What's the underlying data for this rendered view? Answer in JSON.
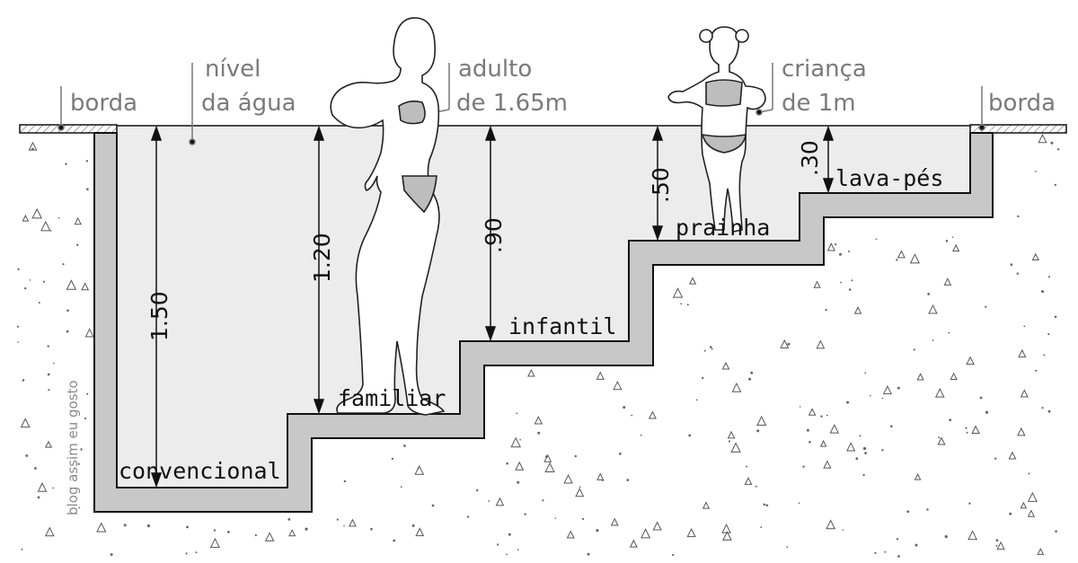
{
  "labels": {
    "borda_left": "borda",
    "borda_right": "borda",
    "nivel_line1": "nível",
    "nivel_line2": "da água",
    "adulto_line1": "adulto",
    "adulto_line2": "de 1.65m",
    "crianca_line1": "criança",
    "crianca_line2": "de 1m"
  },
  "steps": {
    "convencional": "convencional",
    "familiar": "familiar",
    "infantil": "infantil",
    "prainha": "prainha",
    "lava_pes": "lava-pés"
  },
  "depths": {
    "d150": "1.50",
    "d120": "1.20",
    "d90": ".90",
    "d50": ".50",
    "d30": ".30"
  },
  "watermark": "blog assim eu gosto",
  "colors": {
    "water": "#ececec",
    "concrete": "#c8c8c8",
    "line": "#111111",
    "label_gray": "#7a7a7a"
  }
}
